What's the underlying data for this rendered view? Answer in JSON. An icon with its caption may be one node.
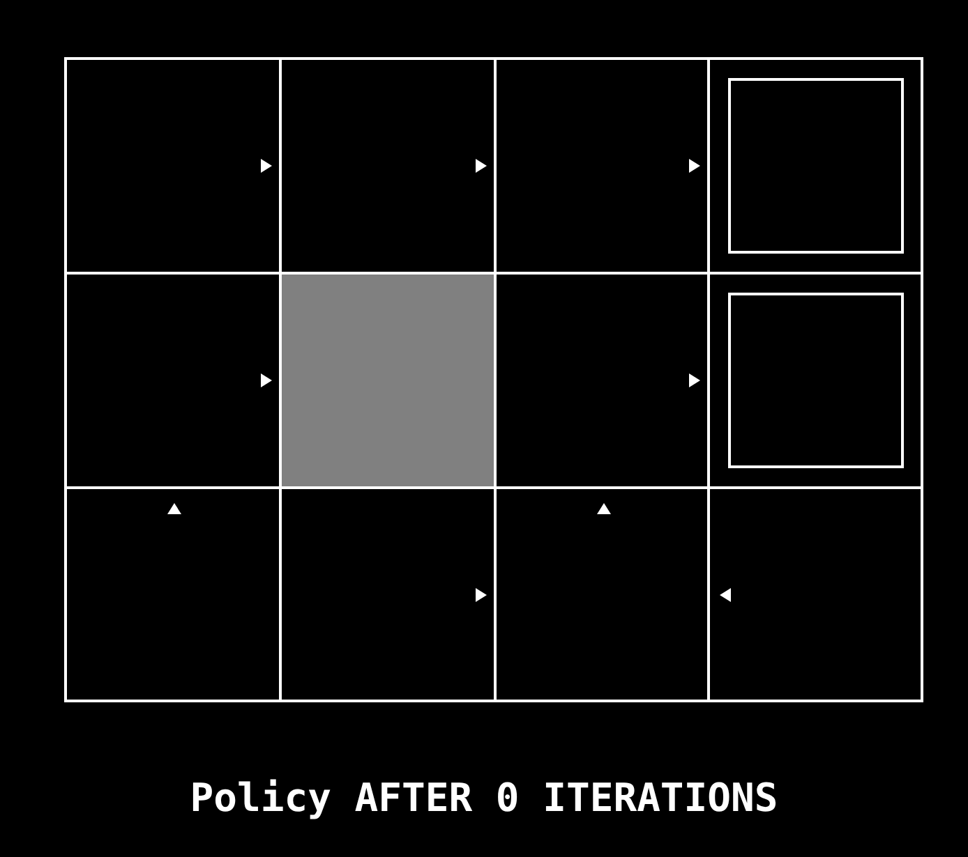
{
  "diagram": {
    "caption": "Policy AFTER 0 ITERATIONS",
    "nodes": [
      {
        "text": [],
        "shape": "box"
      },
      {
        "text": [],
        "shape": "box"
      },
      {
        "text": [],
        "shape": "box"
      },
      {
        "text": [],
        "shape": "box"
      },
      {
        "text": [],
        "shape": "box",
        "in": 3
      },
      {
        "text": [],
        "shape": "box"
      },
      {
        "text": [],
        "shape": "box"
      },
      {
        "text": [],
        "shape": "box"
      },
      {
        "text": [],
        "shape": "box"
      },
      {
        "text": [],
        "shape": "box",
        "in": 8
      },
      {
        "text": [],
        "shape": "box"
      },
      {
        "text": [],
        "shape": "box"
      },
      {
        "text": [],
        "shape": "box"
      },
      {
        "text": [],
        "shape": "box"
      }
    ]
  }
}
